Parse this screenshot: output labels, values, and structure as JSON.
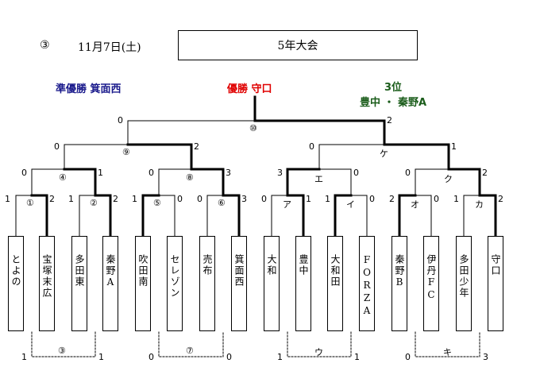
{
  "header": {
    "round_mark": "③",
    "date": "11月7日(土)",
    "title": "5年大会"
  },
  "results": {
    "runner_up": "準優勝 箕面西",
    "winner": "優勝 守口",
    "third_label": "3位",
    "third_teams": "豊中 ・ 秦野A"
  },
  "colors": {
    "runner_up": "#1a1a8c",
    "winner": "#e00000",
    "third": "#1a5c1a"
  },
  "teams": [
    "とよの",
    "宝塚末広",
    "多田東",
    "秦野A",
    "吹田南",
    "セレゾン",
    "売布",
    "箕面西",
    "大和",
    "豊中",
    "大和田",
    "FORZA",
    "秦野B",
    "伊丹FC",
    "多田少年",
    "守口"
  ],
  "match_labels": {
    "m1": "①",
    "m2": "②",
    "m5": "⑤",
    "m6": "⑥",
    "ma": "ア",
    "mi": "イ",
    "mo": "オ",
    "mka": "カ",
    "m4": "④",
    "m8": "⑧",
    "me": "エ",
    "mku": "ク",
    "m9": "⑨",
    "mke": "ケ",
    "m10": "⑩",
    "c3": "③",
    "c7": "⑦",
    "cu": "ウ",
    "cki": "キ"
  },
  "scores": {
    "r1": [
      "1",
      "2",
      "1",
      "2",
      "1",
      "0",
      "0",
      "3",
      "0",
      "1",
      "1",
      "0",
      "2",
      "0",
      "1",
      "2"
    ],
    "r2": [
      "0",
      "1",
      "0",
      "3",
      "3",
      "0",
      "0",
      "2"
    ],
    "r3": [
      "0",
      "2",
      "0",
      "1"
    ],
    "final": [
      "0",
      "2"
    ],
    "consolation": [
      "1",
      "1",
      "0",
      "0",
      "1",
      "1",
      "0",
      "3"
    ]
  }
}
